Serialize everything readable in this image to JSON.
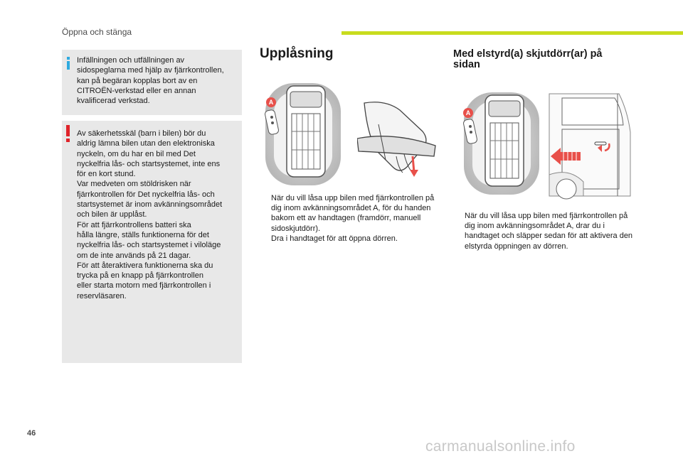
{
  "header": {
    "title": "Öppna och stänga"
  },
  "footer": {
    "page_number": "46",
    "watermark": "carmanualsonline.info"
  },
  "info_note": {
    "icon": "info-icon",
    "text": "Infällningen och utfällningen av\nsidospeglarna med hjälp av fjärrkontrollen,\nkan på begäran kopplas bort av en\nCITROËN-verkstad eller en annan\nkvalificerad verkstad."
  },
  "warning_note": {
    "icon": "warning-icon",
    "text": "Av säkerhetsskäl (barn i bilen) bör du\naldrig lämna bilen utan den elektroniska\nnyckeln, om du har en bil med Det\nnyckelfria lås- och startsystemet, inte ens\nför en kort stund.\nVar medveten om stöldrisken när\nfjärrkontrollen för Det nyckelfria lås- och\nstartsystemet är inom avkänningsområdet\noch bilen är upplåst.\nFör att fjärrkontrollens batteri ska\nhålla längre, ställs funktionerna för det\nnyckelfria lås- och startsystemet i viloläge\nom de inte används på 21 dagar.\nFör att återaktivera funktionerna ska du\ntrycka på en knapp på fjärrkontrollen\neller starta motorn med fjärrkontrollen i\nreservläsaren."
  },
  "unlocking": {
    "heading": "Upplåsning",
    "figure_label": "A",
    "bullets": [
      {
        "glyph": "",
        "text": "När du vill låsa upp bilen med fjärrkontrollen på dig inom avkänningsområdet A, för du handen bakom ett av handtagen (framdörr, manuell sidoskjutdörr)."
      },
      {
        "glyph": "",
        "text": "Dra i handtaget för att öppna dörren."
      }
    ]
  },
  "sliding_door": {
    "heading": "Med elstyrd(a) skjutdörr(ar) på\nsidan",
    "figure_label": "A",
    "bullets": [
      {
        "glyph": "",
        "text": "När du vill låsa upp bilen med fjärrkontrollen på dig inom avkänningsområdet A, drar du i handtaget och släpper sedan för att aktivera den elstyrda öppningen av dörren."
      }
    ]
  },
  "colors": {
    "accent_bar": "#c8dc1e",
    "info_blue": "#2eaadf",
    "warning_red": "#e0242a",
    "note_bg": "#e8e8e8",
    "label_red": "#e8504a"
  }
}
